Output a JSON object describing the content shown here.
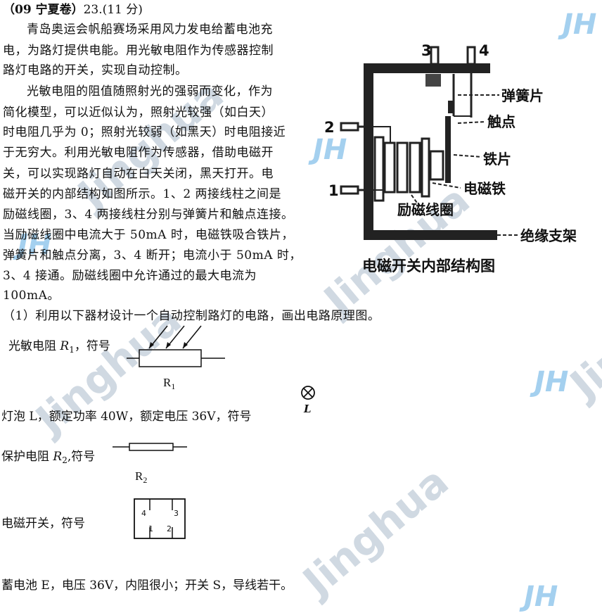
{
  "header": {
    "source": "（09 宁夏卷）",
    "number": "23.(11 分)"
  },
  "paragraphs": [
    "青岛奥运会帆船赛场采用风力发电给蓄电池充",
    "电，为路灯提供电能。用光敏电阻作为传感器控制",
    "路灯电路的开关，实现自动控制。",
    "光敏电阻的阻值随照射光的强弱而变化，作为",
    "简化模型，可以近似认为，照射光较强（如白天）",
    "时电阻几乎为 0；照射光较弱（如黑天）时电阻接近",
    "于无穷大。利用光敏电阻作为传感器，借助电磁开",
    "关，可以实现路灯自动在白天关闭，黑天打开。电",
    "磁开关的内部结构如图所示。1、2 两接线柱之间是",
    "励磁线圈，3、4 两接线柱分别与弹簧片和触点连接。",
    "当励磁线圈中电流大于 50mA 时，电磁铁吸合铁片，",
    "弹簧片和触点分离，3、4 断开；电流小于 50mA 时，",
    "3、4  接通。励磁线圈中允许通过的最大电流为",
    "100mA。"
  ],
  "question1": "（1）利用以下器材设计一个自动控制路灯的电路，画出电路原理图。",
  "components": {
    "r1_label": "光敏电阻 ",
    "r1_var": "R",
    "r1_sub": "1",
    "r1_suffix": "，符号",
    "r1_caption": "R",
    "r1_caption_sub": "1",
    "lamp_text": "灯泡 L，额定功率 40W，额定电压 36V，符号",
    "lamp_caption": "L",
    "r2_label": "保护电阻 ",
    "r2_var": "R",
    "r2_sub": "2",
    "r2_suffix": ",符号",
    "r2_caption": "R",
    "r2_caption_sub": "2",
    "switch_label": "电磁开关，符号",
    "switch_terminals": [
      "4",
      "3",
      "1",
      "2"
    ],
    "battery_text": "蓄电池 E，电压 36V，内阻很小；开关 S，导线若干。"
  },
  "figure": {
    "caption": "电磁开关内部结构图",
    "labels": {
      "t3": "3",
      "t4": "4",
      "spring": "弹簧片",
      "contact": "触点",
      "t2": "2",
      "iron": "铁片",
      "t1": "1",
      "magnet": "电磁铁",
      "coil": "励磁线圈",
      "support": "绝缘支架"
    }
  },
  "watermark": {
    "text": "Jinghua",
    "logo": "JH"
  }
}
